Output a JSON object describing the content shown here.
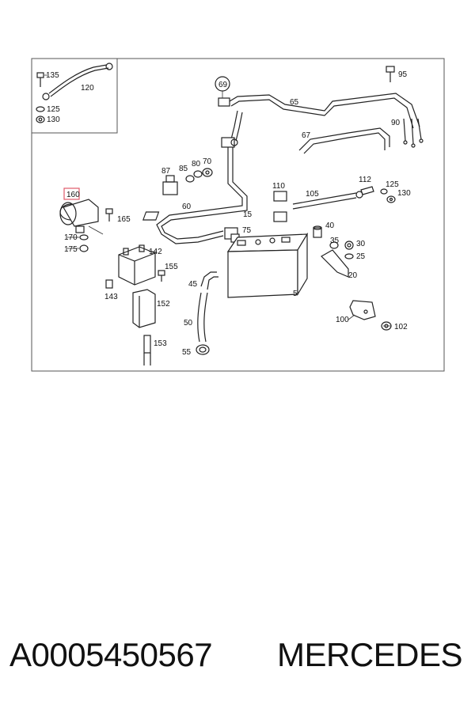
{
  "diagram": {
    "labels": {
      "l135": "135",
      "l120": "120",
      "l125a": "125",
      "l130a": "130",
      "l69": "69",
      "l65": "65",
      "l95": "95",
      "l90": "90",
      "l67": "67",
      "l87": "87",
      "l85": "85",
      "l80": "80",
      "l70": "70",
      "l60": "60",
      "l15": "15",
      "l75": "75",
      "l110": "110",
      "l105": "105",
      "l112": "112",
      "l125b": "125",
      "l130b": "130",
      "l40": "40",
      "l35": "35",
      "l30": "30",
      "l25": "25",
      "l20": "20",
      "l5": "5",
      "l160": "160",
      "l165": "165",
      "l170": "170",
      "l175": "175",
      "l142": "142",
      "l155": "155",
      "l143": "143",
      "l152": "152",
      "l153": "153",
      "l45": "45",
      "l50": "50",
      "l55": "55",
      "l100": "100",
      "l102": "102"
    },
    "highlight_color": "#e05a6a"
  },
  "footer": {
    "part_number": "A0005450567",
    "brand": "MERCEDES"
  }
}
